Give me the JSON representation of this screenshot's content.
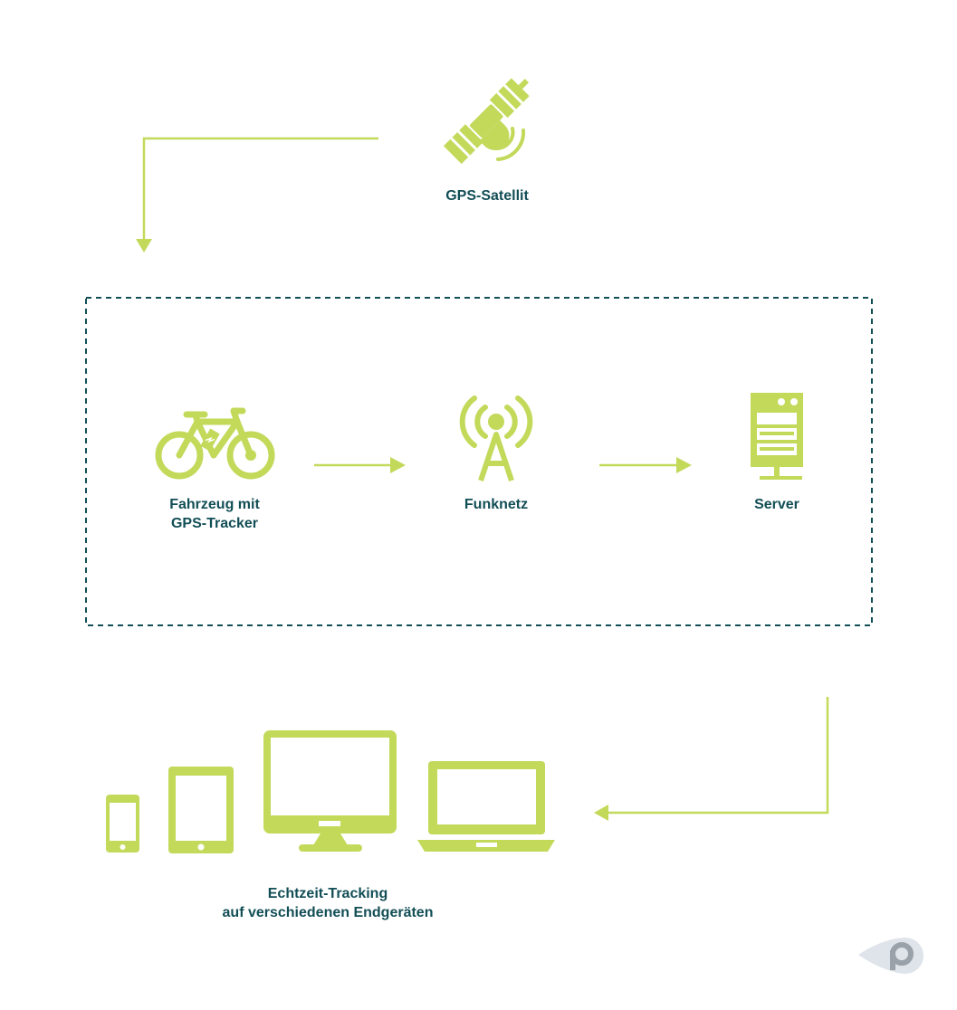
{
  "colors": {
    "accent": "#c2d95a",
    "text": "#124e56",
    "frame": "#124e56",
    "logo_bg": "#dfe4ea",
    "logo_fg": "#9aa1a8"
  },
  "nodes": {
    "satellite": {
      "label": "GPS-Satellit",
      "icon": "satellite-icon"
    },
    "vehicle": {
      "label_line1": "Fahrzeug mit",
      "label_line2": "GPS-Tracker",
      "icon": "bicycle-icon"
    },
    "network": {
      "label": "Funknetz",
      "icon": "antenna-icon"
    },
    "server": {
      "label": "Server",
      "icon": "server-icon"
    },
    "devices": {
      "label_line1": "Echtzeit-Tracking",
      "label_line2": "auf verschiedenen Endgeräten",
      "icons": [
        "smartphone-icon",
        "tablet-icon",
        "monitor-icon",
        "laptop-icon"
      ]
    }
  },
  "logo": {
    "icon": "brand-logo-icon"
  }
}
